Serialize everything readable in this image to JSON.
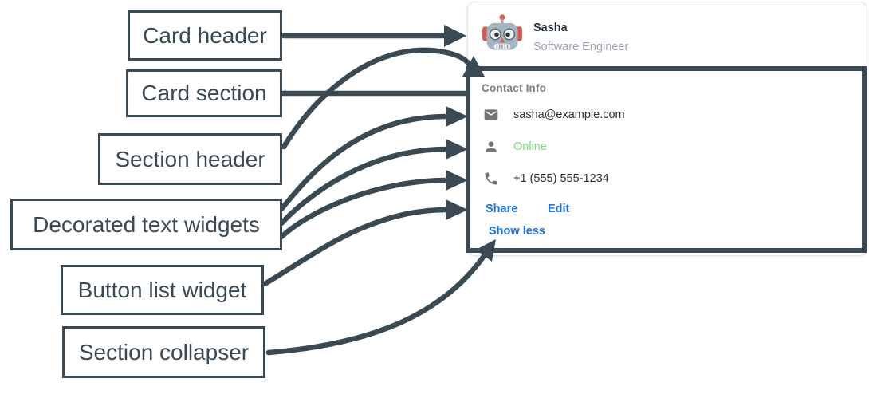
{
  "annotations": {
    "card_header": "Card header",
    "card_section": "Card section",
    "section_header": "Section header",
    "decorated_text_widgets": "Decorated text widgets",
    "button_list_widget": "Button list widget",
    "section_collapser": "Section collapser"
  },
  "card": {
    "header": {
      "avatar_icon": "robot-icon",
      "name": "Sasha",
      "subtitle": "Software Engineer"
    },
    "section": {
      "title": "Contact Info",
      "rows": [
        {
          "icon": "email-icon",
          "text": "sasha@example.com"
        },
        {
          "icon": "person-icon",
          "text": "Online",
          "status_color": "#7CD97C"
        },
        {
          "icon": "phone-icon",
          "text": "+1 (555) 555-1234"
        }
      ],
      "buttons": [
        {
          "label": "Share"
        },
        {
          "label": "Edit"
        }
      ],
      "collapser_label": "Show less"
    }
  },
  "colors": {
    "annotation_dark": "#3A4A55",
    "link_blue": "#1A73E8",
    "online_green": "#7CD97C",
    "card_border": "#E3E3E3",
    "muted_text": "#9CA3AF",
    "icon_gray": "#757575"
  }
}
